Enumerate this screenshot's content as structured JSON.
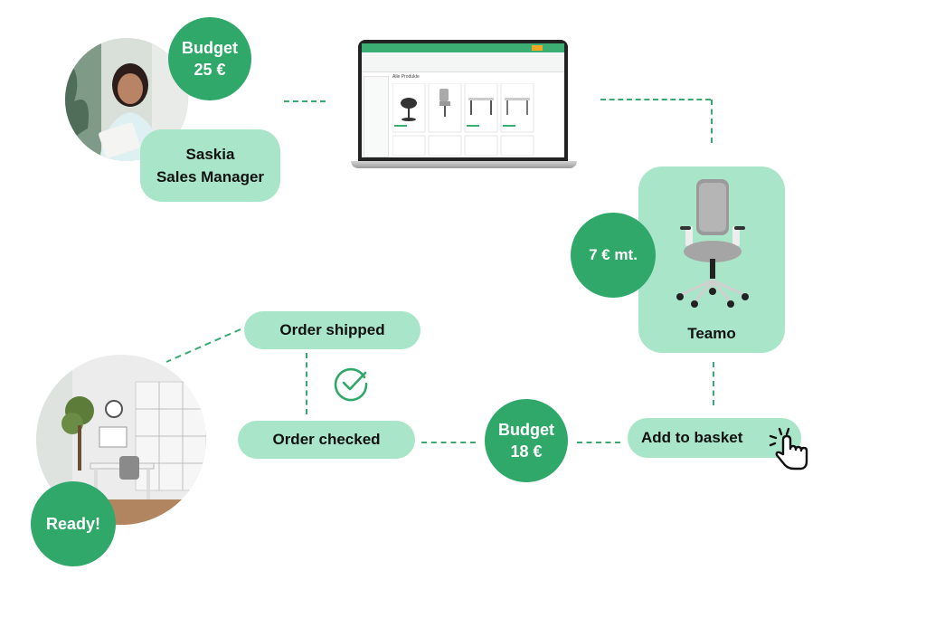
{
  "person": {
    "budget_label": "Budget",
    "budget_value": "25 €",
    "name": "Saskia",
    "role": "Sales Manager"
  },
  "shop": {
    "heading": "Alle Produkte"
  },
  "product": {
    "name": "Teamo",
    "price": "7 € mt."
  },
  "steps": {
    "add_to_basket": "Add to basket",
    "remaining_budget_label": "Budget",
    "remaining_budget_value": "18 €",
    "order_checked": "Order checked",
    "order_shipped": "Order shipped",
    "ready": "Ready!"
  },
  "colors": {
    "accent_dark": "#2fa86a",
    "accent_light": "#a9e6c9"
  },
  "icons": [
    "cursor-click-icon",
    "checkmark-circle-icon",
    "office-chair-icon",
    "laptop-icon"
  ]
}
